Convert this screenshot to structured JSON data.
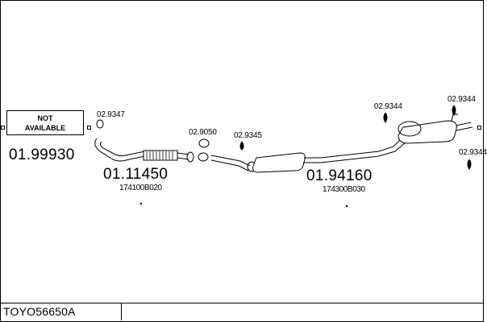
{
  "diagram": {
    "not_available_line1": "NOT",
    "not_available_line2": "AVAILABLE",
    "parts": [
      {
        "number": "01.99930"
      },
      {
        "number": "01.11450",
        "oem": "174100B020"
      },
      {
        "number": "01.94160",
        "oem": "174300B030"
      }
    ],
    "accessories": [
      "02.9347",
      "02.9050",
      "02.9345",
      "02.9344",
      "02.9344",
      "02.9344"
    ]
  },
  "footer": {
    "kit_code": "TOYO56650A"
  }
}
